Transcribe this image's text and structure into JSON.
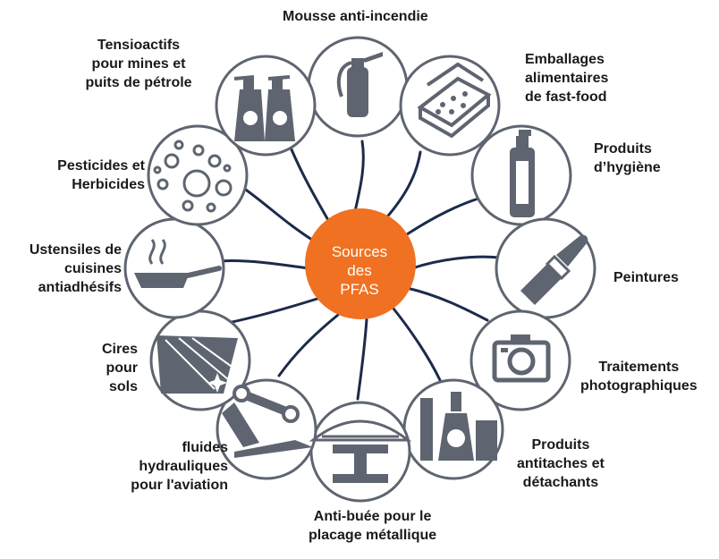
{
  "center": {
    "label": "Sources\ndes\nPFAS",
    "color": "#f07122"
  },
  "colors": {
    "node_stroke": "#5e6570",
    "line": "#1c2b4a",
    "icon": "#5e6570"
  },
  "sources": [
    {
      "label": "Mousse anti-incendie",
      "icon": "fire-extinguisher-icon"
    },
    {
      "label": "Emballages\nalimentaires\nde fast-food",
      "icon": "pizza-box-icon"
    },
    {
      "label": "Produits\nd’hygiène",
      "icon": "shampoo-bottle-icon"
    },
    {
      "label": "Peintures",
      "icon": "paintbrush-icon"
    },
    {
      "label": "Traitements\nphotographiques",
      "icon": "camera-icon"
    },
    {
      "label": "Produits\nantitaches et\ndétachants",
      "icon": "stain-remover-icon"
    },
    {
      "label": "Anti-buée pour le\nplacage métallique",
      "icon": "metal-plating-icon"
    },
    {
      "label": "fluides\nhydrauliques\npour l'aviation",
      "icon": "hydraulic-aircraft-icon"
    },
    {
      "label": "Cires\npour\nsols",
      "icon": "floor-wax-icon"
    },
    {
      "label": "Ustensiles de\ncuisines\nantiadhésifs",
      "icon": "frying-pan-icon"
    },
    {
      "label": "Pesticides et\nHerbicides",
      "icon": "bubbles-icon"
    },
    {
      "label": "Tensioactifs\npour mines et\npuits de pétrole",
      "icon": "spray-bottles-icon"
    }
  ]
}
